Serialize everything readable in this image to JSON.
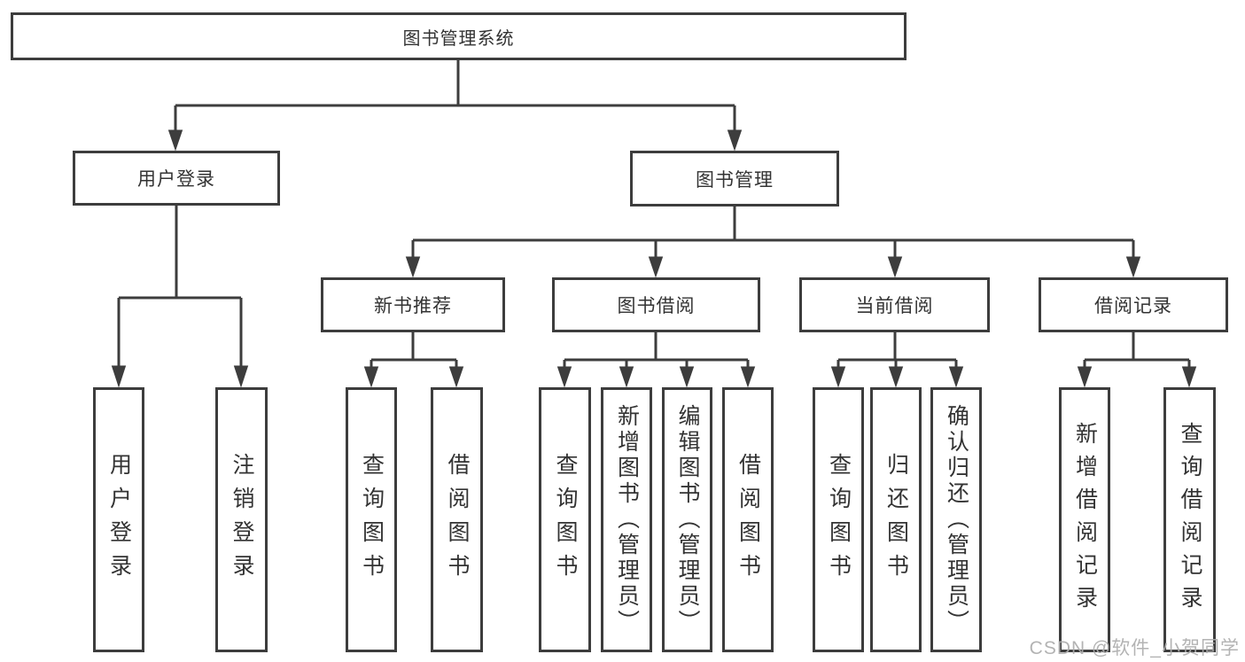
{
  "diagram": {
    "root": {
      "label": "图书管理系统"
    },
    "level2": {
      "user_login": {
        "label": "用户登录"
      },
      "book_mgmt": {
        "label": "图书管理"
      }
    },
    "level3": {
      "new_book_rec": {
        "label": "新书推荐"
      },
      "book_borrow": {
        "label": "图书借阅"
      },
      "current_borrow": {
        "label": "当前借阅"
      },
      "borrow_records": {
        "label": "借阅记录"
      }
    },
    "leaves": {
      "ul_login": {
        "label": "用户登录"
      },
      "ul_logout": {
        "label": "注销登录"
      },
      "nb_query": {
        "label": "查询图书"
      },
      "nb_borrow": {
        "label": "借阅图书"
      },
      "bb_query": {
        "label": "查询图书"
      },
      "bb_add": {
        "label": "新增图书（管理员）"
      },
      "bb_edit": {
        "label": "编辑图书（管理员）"
      },
      "bb_borrow": {
        "label": "借阅图书"
      },
      "cb_query": {
        "label": "查询图书"
      },
      "cb_return": {
        "label": "归还图书"
      },
      "cb_confirm": {
        "label": "确认归还（管理员）"
      },
      "br_add": {
        "label": "新增借阅记录"
      },
      "br_query": {
        "label": "查询借阅记录"
      }
    }
  },
  "watermark": {
    "text": "CSDN @软件_小贺同学"
  },
  "colors": {
    "line": "#3d3d3d",
    "text": "#333333",
    "watermark": "#acacac",
    "background": "#ffffff"
  }
}
